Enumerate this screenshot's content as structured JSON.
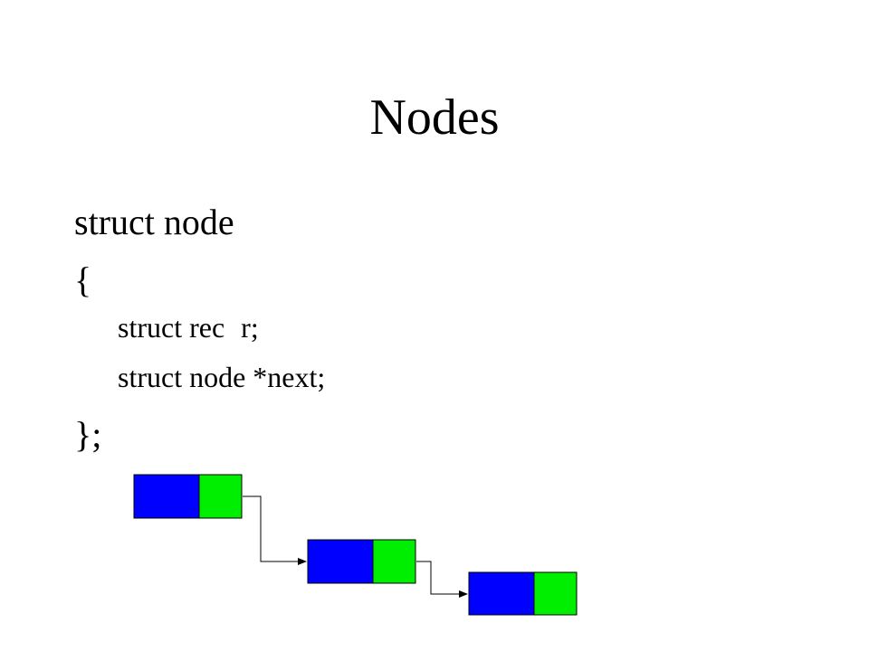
{
  "slide": {
    "title": "Nodes",
    "code": {
      "line1": "struct node",
      "line2": "{",
      "line3_type": "struct rec",
      "line3_field": "r;",
      "line4_type": "struct node",
      "line4_field": "*next;",
      "line5": "};"
    }
  },
  "diagram": {
    "data_color": "#0000ff",
    "next_color": "#00ee00",
    "node_count": 3
  }
}
